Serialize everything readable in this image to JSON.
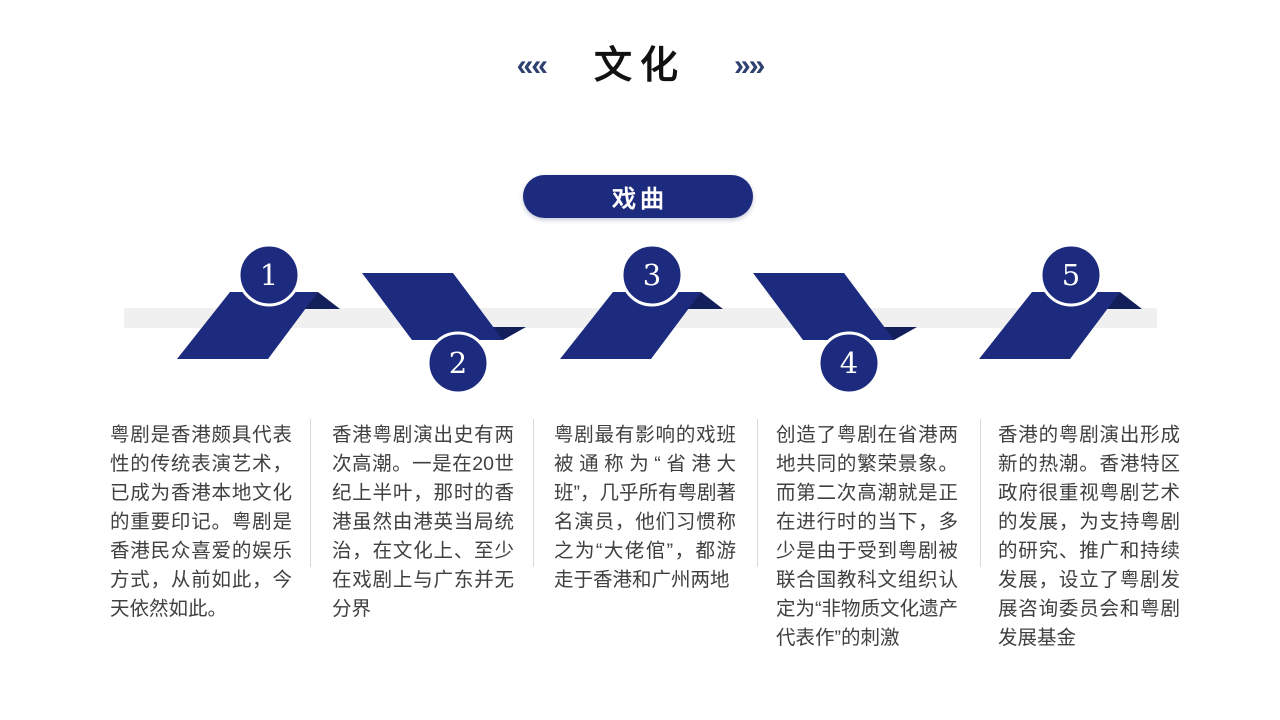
{
  "header": {
    "title": "文化",
    "left_decoration": "««",
    "right_decoration": "»»"
  },
  "category_pill": {
    "label": "戏曲"
  },
  "timeline": {
    "items": [
      {
        "number": "1",
        "position": "top",
        "text": "粤剧是香港颇具代表性的传统表演艺术，已成为香港本地文化的重要印记。粤剧是香港民众喜爱的娱乐方式，从前如此，今天依然如此。"
      },
      {
        "number": "2",
        "position": "bottom",
        "text": "香港粤剧演出史有两次高潮。一是在20世纪上半叶，那时的香港虽然由港英当局统治，在文化上、至少在戏剧上与广东并无分界"
      },
      {
        "number": "3",
        "position": "top",
        "text": "粤剧最有影响的戏班被通称为“省港大班”，几乎所有粤剧著名演员，他们习惯称之为“大佬倌”，都游走于香港和广州两地"
      },
      {
        "number": "4",
        "position": "bottom",
        "text": "创造了粤剧在省港两地共同的繁荣景象。而第二次高潮就是正在进行时的当下，多少是由于受到粤剧被联合国教科文组织认定为“非物质文化遗产代表作”的刺激"
      },
      {
        "number": "5",
        "position": "top",
        "text": "香港的粤剧演出形成新的热潮。香港特区政府很重视粤剧艺术的发展，为支持粤剧的研究、推广和持续发展，设立了粤剧发展咨询委员会和粤剧发展基金"
      }
    ]
  },
  "colors": {
    "navy": "#1c2b7e",
    "navy_dark": "#131f5a",
    "bar_gray": "#f0f0f1",
    "body_text": "#404040",
    "divider": "#d9d9d9",
    "chevron": "#2e4170"
  }
}
